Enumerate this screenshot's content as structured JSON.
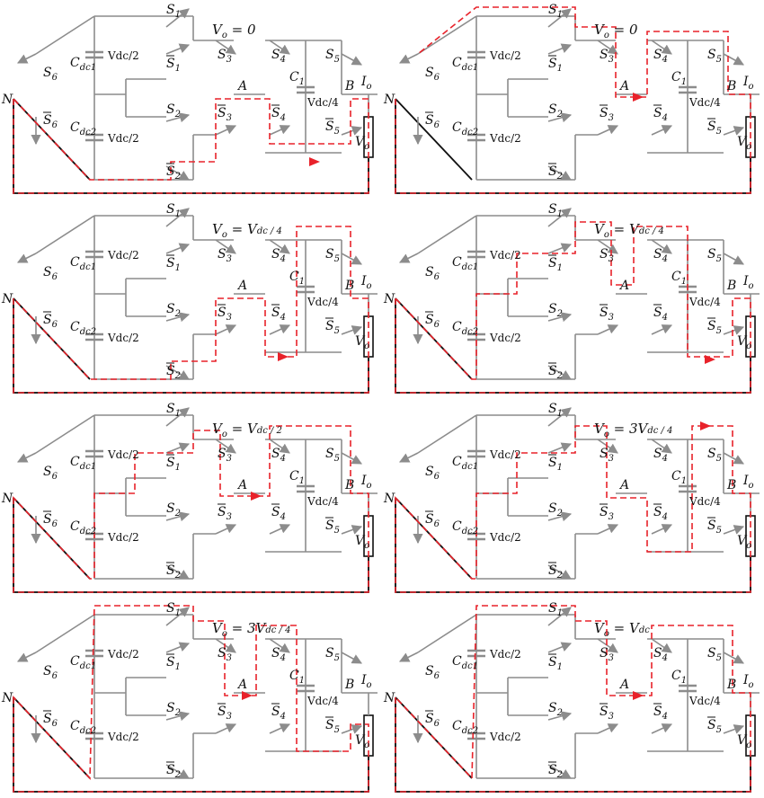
{
  "colors": {
    "active": "#111111",
    "inactive": "#8c8c8c",
    "current_path": "#e8222a",
    "background": "#ffffff"
  },
  "labels": {
    "node_n": "N",
    "node_a": "A",
    "node_b": "B",
    "s1": "S",
    "s1_sub": "1",
    "s2": "S",
    "s2_sub": "2",
    "s3": "S",
    "s3_sub": "3",
    "s4": "S",
    "s4_sub": "4",
    "s5": "S",
    "s5_sub": "5",
    "s6": "S",
    "s6_sub": "6",
    "cdc1": "C",
    "cdc1_sub": "dc1",
    "cdc2": "C",
    "cdc2_sub": "dc2",
    "c1": "C",
    "c1_sub": "1",
    "vdc_half": "V",
    "vdc_half_sub": "dc",
    "vdc_half_den": "/2",
    "vdc_quarter_den": "/4",
    "io": "I",
    "io_sub": "o",
    "vo": "V",
    "vo_sub": "o"
  },
  "panels": [
    {
      "id": "p1",
      "title_prefix": "V",
      "title_sub": "o",
      "title_eq": " = 0",
      "title_extra": ""
    },
    {
      "id": "p2",
      "title_prefix": "V",
      "title_sub": "o",
      "title_eq": " = 0",
      "title_extra": ""
    },
    {
      "id": "p3",
      "title_prefix": "V",
      "title_sub": "o",
      "title_eq": " = V",
      "title_extra": "dc / 4"
    },
    {
      "id": "p4",
      "title_prefix": "V",
      "title_sub": "o",
      "title_eq": " = V",
      "title_extra": "dc / 4"
    },
    {
      "id": "p5",
      "title_prefix": "V",
      "title_sub": "o",
      "title_eq": " = V",
      "title_extra": "dc / 2"
    },
    {
      "id": "p6",
      "title_prefix": "V",
      "title_sub": "o",
      "title_eq": " = 3V",
      "title_extra": "dc / 4"
    },
    {
      "id": "p7",
      "title_prefix": "V",
      "title_sub": "o",
      "title_eq": " = 3V",
      "title_extra": "dc / 4"
    },
    {
      "id": "p8",
      "title_prefix": "V",
      "title_sub": "o",
      "title_eq": " = V",
      "title_extra": "dc"
    }
  ]
}
